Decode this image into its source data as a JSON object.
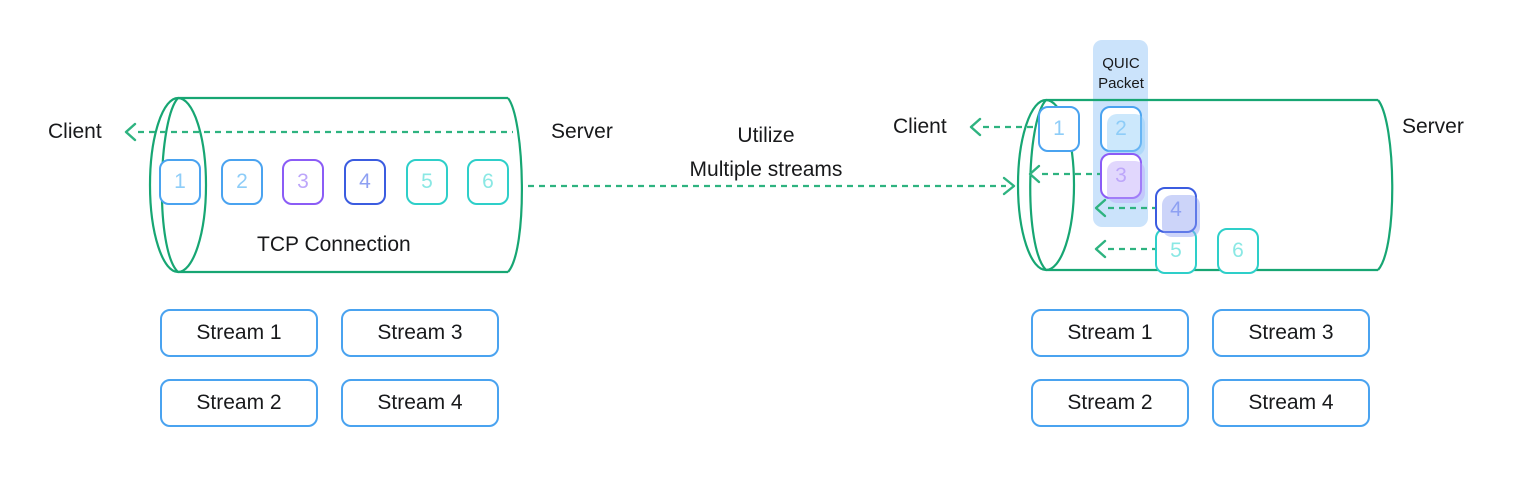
{
  "diagram": {
    "title": "TCP vs QUIC multiplexing",
    "colors": {
      "cylinder_stroke": "#17a673",
      "arrow": "#2eb380",
      "light_blue": "#4aa3f0",
      "purple": "#8b5cf6",
      "blue": "#3b5ce0",
      "cyan": "#2ecfc9",
      "quic_band": "#cbe3fb",
      "text": "#18191b",
      "background": "#ffffff"
    }
  },
  "left_panel": {
    "client_label": "Client",
    "server_label": "Server",
    "connection_label": "TCP Connection",
    "packets": [
      {
        "id": "1",
        "color": "light_blue"
      },
      {
        "id": "2",
        "color": "light_blue"
      },
      {
        "id": "3",
        "color": "purple"
      },
      {
        "id": "4",
        "color": "blue"
      },
      {
        "id": "5",
        "color": "cyan"
      },
      {
        "id": "6",
        "color": "cyan"
      }
    ],
    "streams": [
      {
        "label": "Stream 1",
        "color": "light_blue"
      },
      {
        "label": "Stream 3",
        "color": "blue"
      },
      {
        "label": "Stream 2",
        "color": "purple"
      },
      {
        "label": "Stream 4",
        "color": "cyan"
      }
    ]
  },
  "center": {
    "line1": "Utilize",
    "line2": "Multiple streams"
  },
  "right_panel": {
    "client_label": "Client",
    "server_label": "Server",
    "quic_packet_label_line1": "QUIC",
    "quic_packet_label_line2": "Packet",
    "packets": [
      {
        "id": "1",
        "color": "light_blue"
      },
      {
        "id": "2",
        "color": "light_blue"
      },
      {
        "id": "3",
        "color": "purple"
      },
      {
        "id": "4",
        "color": "blue"
      },
      {
        "id": "5",
        "color": "cyan"
      },
      {
        "id": "6",
        "color": "cyan"
      }
    ],
    "streams": [
      {
        "label": "Stream 1",
        "color": "light_blue"
      },
      {
        "label": "Stream 3",
        "color": "blue"
      },
      {
        "label": "Stream 2",
        "color": "purple"
      },
      {
        "label": "Stream 4",
        "color": "cyan"
      }
    ]
  }
}
